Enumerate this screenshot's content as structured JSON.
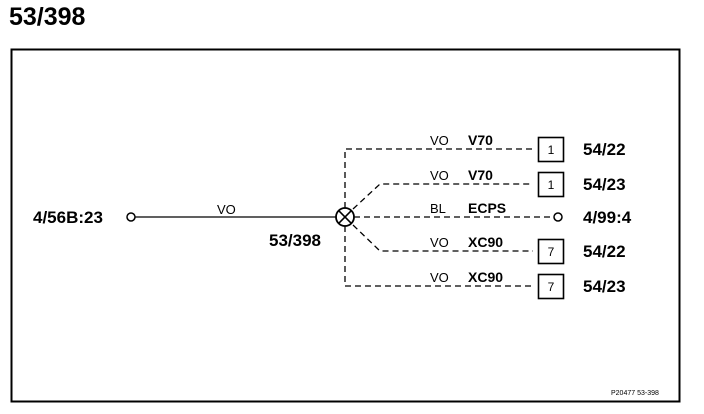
{
  "page_title": "53/398",
  "main_line": {
    "source_connector": "4/56B:23",
    "wire_color": "VO"
  },
  "splice": {
    "label": "53/398"
  },
  "branches": [
    {
      "wire_color": "VO",
      "model": "V70",
      "pin": "1",
      "destination": "54/22",
      "end": "pin"
    },
    {
      "wire_color": "VO",
      "model": "V70",
      "pin": "1",
      "destination": "54/23",
      "end": "pin"
    },
    {
      "wire_color": "BL",
      "model": "ECPS",
      "pin": "",
      "destination": "4/99:4",
      "end": "terminal"
    },
    {
      "wire_color": "VO",
      "model": "XC90",
      "pin": "7",
      "destination": "54/22",
      "end": "pin"
    },
    {
      "wire_color": "VO",
      "model": "XC90",
      "pin": "7",
      "destination": "54/23",
      "end": "pin"
    }
  ],
  "figure_ref": "P20477  53-398"
}
